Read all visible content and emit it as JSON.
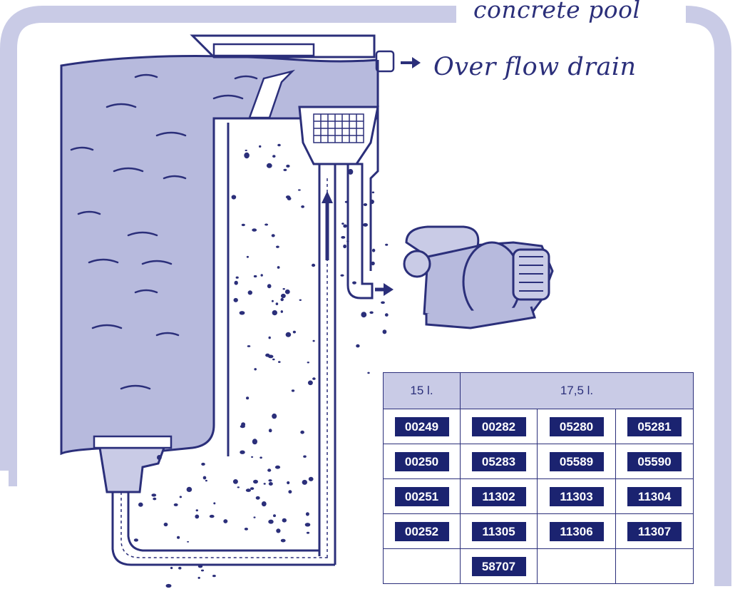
{
  "labels": {
    "pool_type": "concrete pool",
    "overflow_drain": "Over flow drain"
  },
  "colors": {
    "frame": "#c9cbe6",
    "water": "#b7badd",
    "ink": "#2b2f7a",
    "code_bg": "#1b2370",
    "code_text": "#ffffff"
  },
  "table": {
    "headers": [
      "15 l.",
      "17,5 l."
    ],
    "rows": [
      [
        "00249",
        "00282",
        "05280",
        "05281"
      ],
      [
        "00250",
        "05283",
        "05589",
        "05590"
      ],
      [
        "00251",
        "11302",
        "11303",
        "11304"
      ],
      [
        "00252",
        "11305",
        "11306",
        "11307"
      ],
      [
        "",
        "58707",
        "",
        ""
      ]
    ]
  }
}
